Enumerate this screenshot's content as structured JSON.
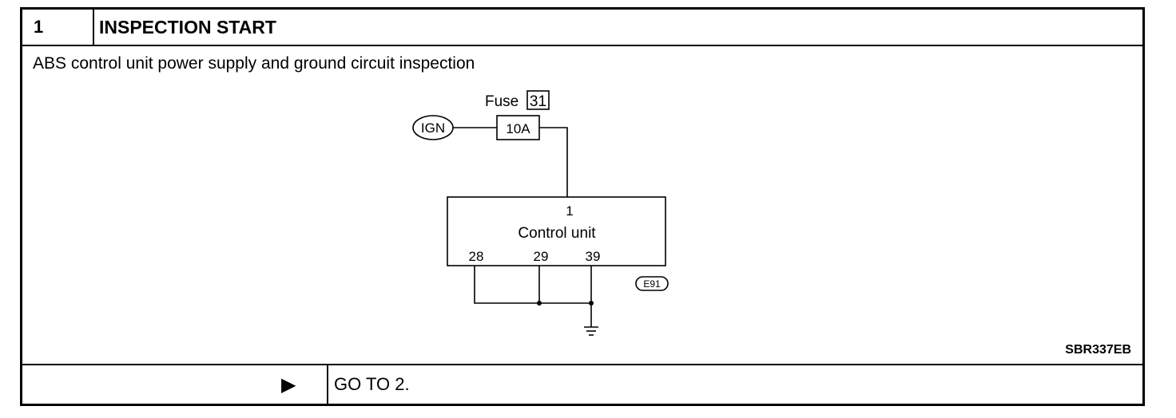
{
  "step": {
    "number": "1",
    "title": "INSPECTION START",
    "description": "ABS control unit power supply and ground circuit inspection",
    "figure_code": "SBR337EB",
    "next_label": "GO TO 2.",
    "arrow_icon": "right-arrow-icon"
  },
  "diagram": {
    "fuse_label": "Fuse",
    "fuse_number": "31",
    "ign_label": "IGN",
    "fuse_rating": "10A",
    "control_unit_label": "Control unit",
    "terminal_top": "1",
    "terminal_a": "28",
    "terminal_b": "29",
    "terminal_c": "39",
    "connector_label": "E91"
  }
}
